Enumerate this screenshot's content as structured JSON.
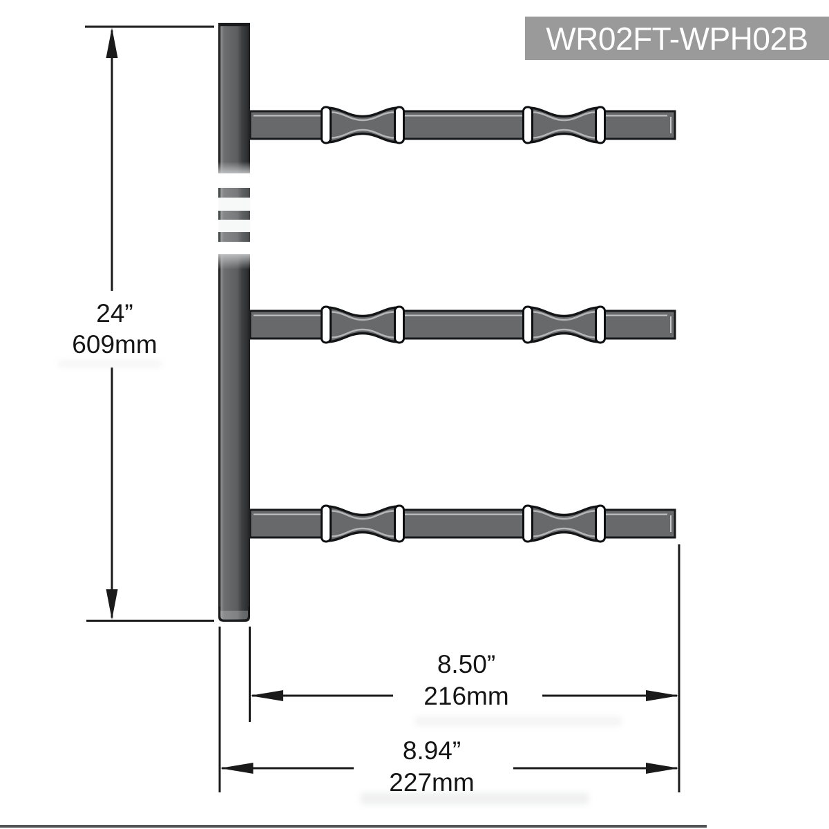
{
  "product_badge": {
    "model": "WR02FT-WPH02B",
    "bg_color": "#9a9a9a",
    "text_color": "#ffffff"
  },
  "dimensions": {
    "height": {
      "inches": "24”",
      "metric": "609mm"
    },
    "arm_length": {
      "inches": "8.50”",
      "metric": "216mm"
    },
    "overall_depth": {
      "inches": "8.94”",
      "metric": "227mm"
    }
  },
  "diagram": {
    "type": "technical-drawing",
    "subject": "wall-mounted-rack-side-view",
    "arm_count": 3,
    "colors": {
      "metal_fill": "#67696b",
      "metal_dark_edge": "#1b1d1f",
      "outline": "#131517",
      "dimension_lines": "#1a1a1a",
      "ring_fill": "#ffffff",
      "bottom_rule": "#515355"
    }
  }
}
